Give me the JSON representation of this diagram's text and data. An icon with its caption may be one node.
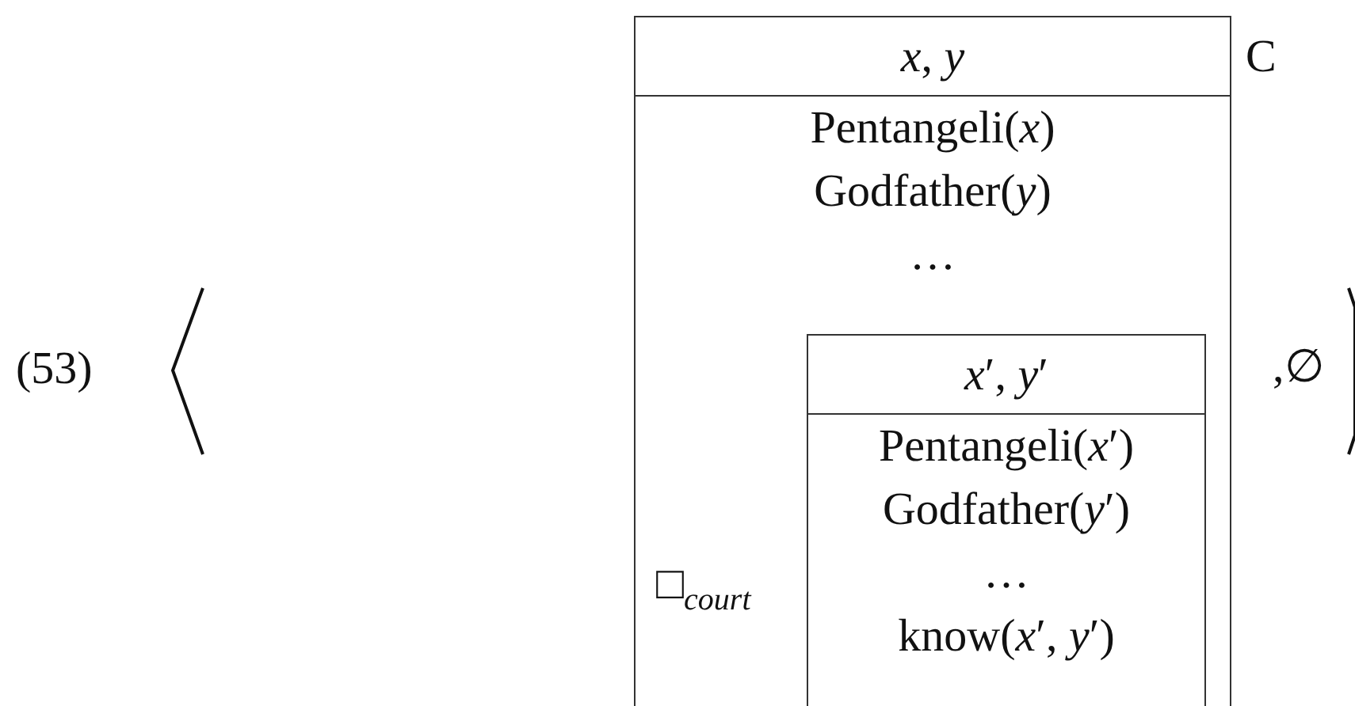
{
  "diagram": {
    "nodes": [
      {
        "text": [
          "*x*, *y*",
          "Pentangeli(*x*)",
          "Godfather(*y*)",
          "…"
        ],
        "beside": [
          "C"
        ]
      },
      {
        "text": [
          "*x*′, *y*′",
          "Pentangeli(*x*′)",
          "Godfather(*y*′)",
          "…",
          "know(*x*′, *y*′)"
        ],
        "in": 0,
        "beside": [
          "□$_{court}$"
        ]
      }
    ],
    "edges": [],
    "labels": [
      "(53)",
      ",∅"
    ]
  }
}
